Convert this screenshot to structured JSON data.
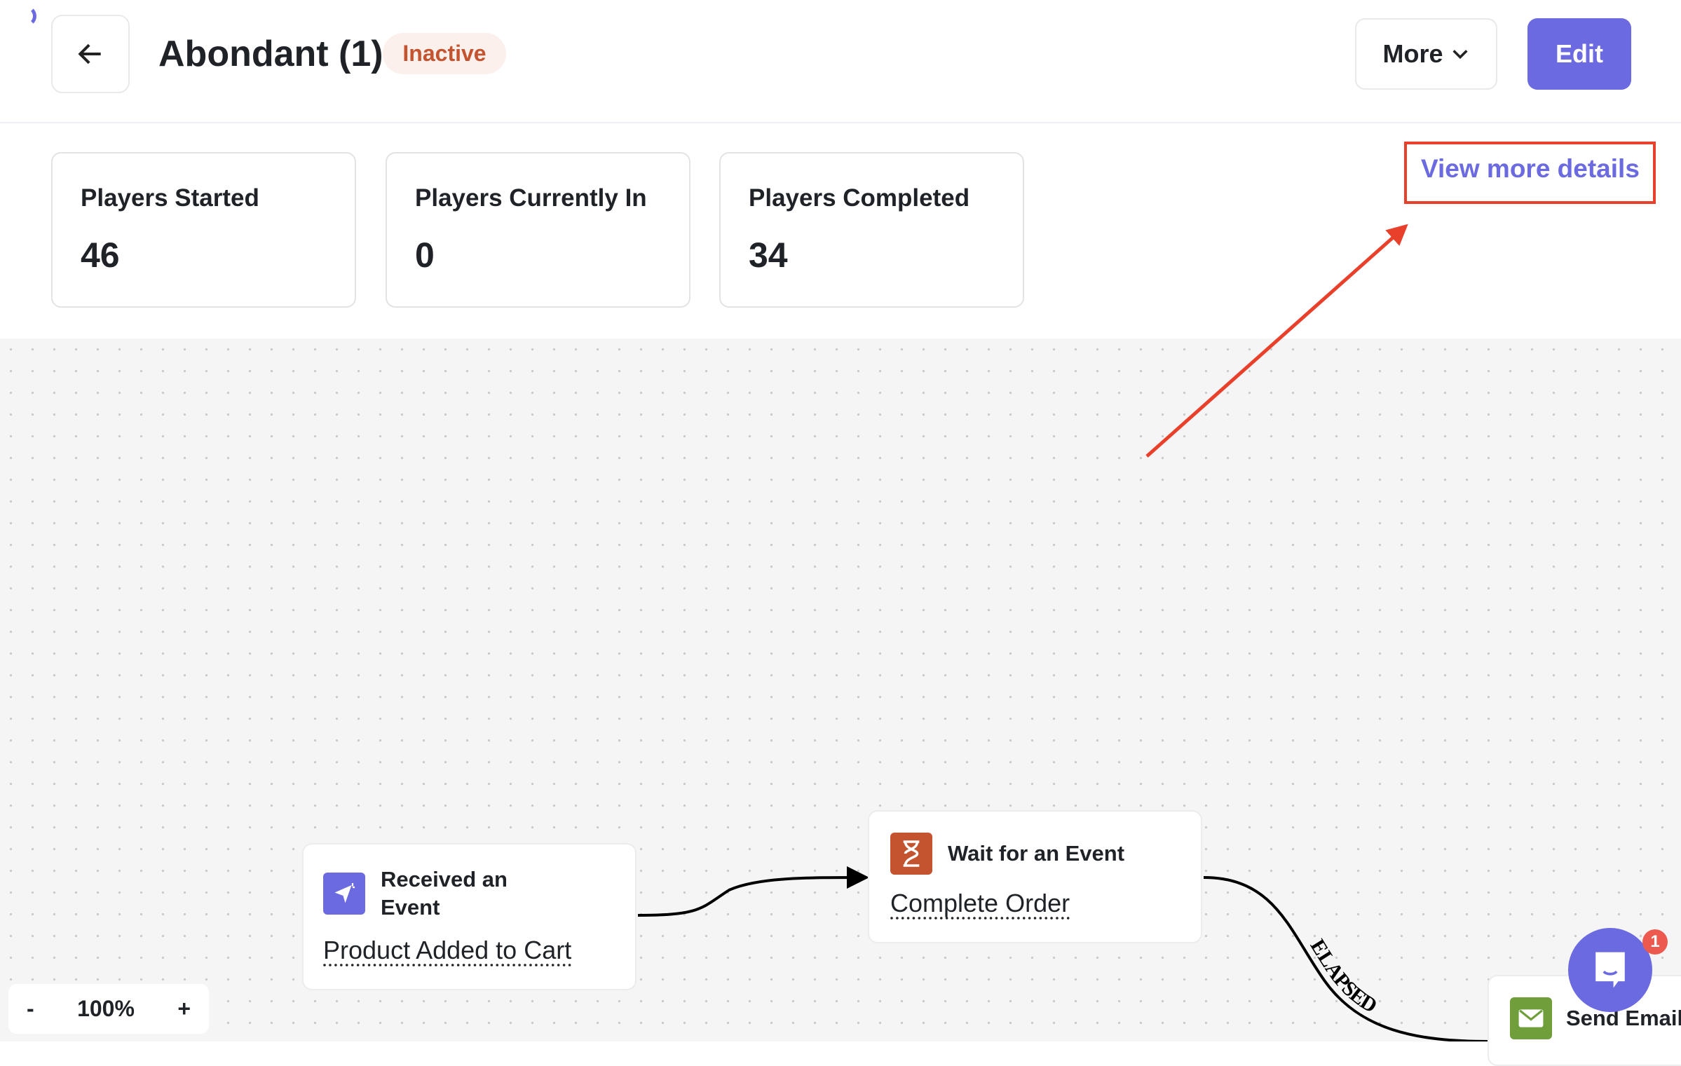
{
  "header": {
    "title": "Abondant (1)",
    "status": "Inactive",
    "more_label": "More",
    "edit_label": "Edit"
  },
  "stats": [
    {
      "label": "Players Started",
      "value": "46"
    },
    {
      "label": "Players Currently In",
      "value": "0"
    },
    {
      "label": "Players Completed",
      "value": "34"
    }
  ],
  "view_more_details": "View more details",
  "flow": {
    "nodes": [
      {
        "title": "Received an Event",
        "title_line1": "Received an",
        "title_line2": "Event",
        "detail": "Product Added to Cart",
        "icon": "megaphone-icon",
        "color": "#6c6ae0"
      },
      {
        "title": "Wait for an Event",
        "detail": "Complete Order",
        "icon": "hourglass-icon",
        "color": "#c4532f"
      },
      {
        "title": "Send Email",
        "icon": "mail-icon",
        "color": "#6f9e3a"
      }
    ],
    "edge_label": "ELAPSED"
  },
  "zoom": {
    "minus": "-",
    "level": "100%",
    "plus": "+"
  },
  "chat": {
    "badge": "1"
  },
  "colors": {
    "accent": "#6c6ae0",
    "inactive": "#c4532f",
    "annotation": "#e8402a"
  }
}
